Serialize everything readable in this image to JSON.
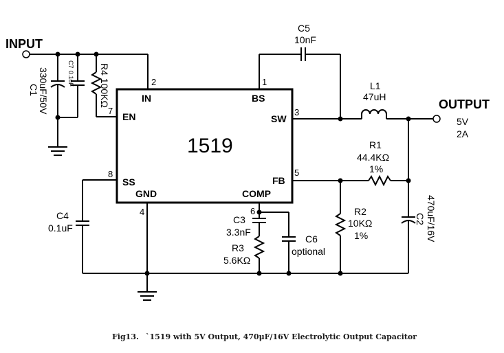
{
  "input": {
    "label": "INPUT"
  },
  "output": {
    "label": "OUTPUT",
    "voltage": "5V",
    "current": "2A"
  },
  "ic": {
    "name": "1519",
    "pins": {
      "in": {
        "name": "IN",
        "num": "2"
      },
      "bs": {
        "name": "BS",
        "num": "1"
      },
      "en": {
        "name": "EN",
        "num": "7"
      },
      "sw": {
        "name": "SW",
        "num": "3"
      },
      "ss": {
        "name": "SS",
        "num": "8"
      },
      "fb": {
        "name": "FB",
        "num": "5"
      },
      "gnd": {
        "name": "GND",
        "num": "4"
      },
      "comp": {
        "name": "COMP",
        "num": "6"
      }
    }
  },
  "components": {
    "c1": {
      "name": "C1",
      "value": "330uF/50V"
    },
    "c7": {
      "name": "C7",
      "value": "0.1uF"
    },
    "r4": {
      "name": "R4",
      "value": "100KΩ"
    },
    "c5": {
      "name": "C5",
      "value": "10nF"
    },
    "l1": {
      "name": "L1",
      "value": "47uH"
    },
    "r1": {
      "name": "R1",
      "value": "44.4KΩ",
      "tol": "1%"
    },
    "r2": {
      "name": "R2",
      "value": "10KΩ",
      "tol": "1%"
    },
    "c2": {
      "name": "C2",
      "value": "470uF/16V"
    },
    "c3": {
      "name": "C3",
      "value": "3.3nF"
    },
    "r3": {
      "name": "R3",
      "value": "5.6KΩ"
    },
    "c6": {
      "name": "C6",
      "value": "optional"
    },
    "c4": {
      "name": "C4",
      "value": "0.1uF"
    }
  },
  "caption": {
    "fig": "Fig13.",
    "text": "`1519 with 5V Output, 470μF/16V Electrolytic Output Capacitor"
  }
}
